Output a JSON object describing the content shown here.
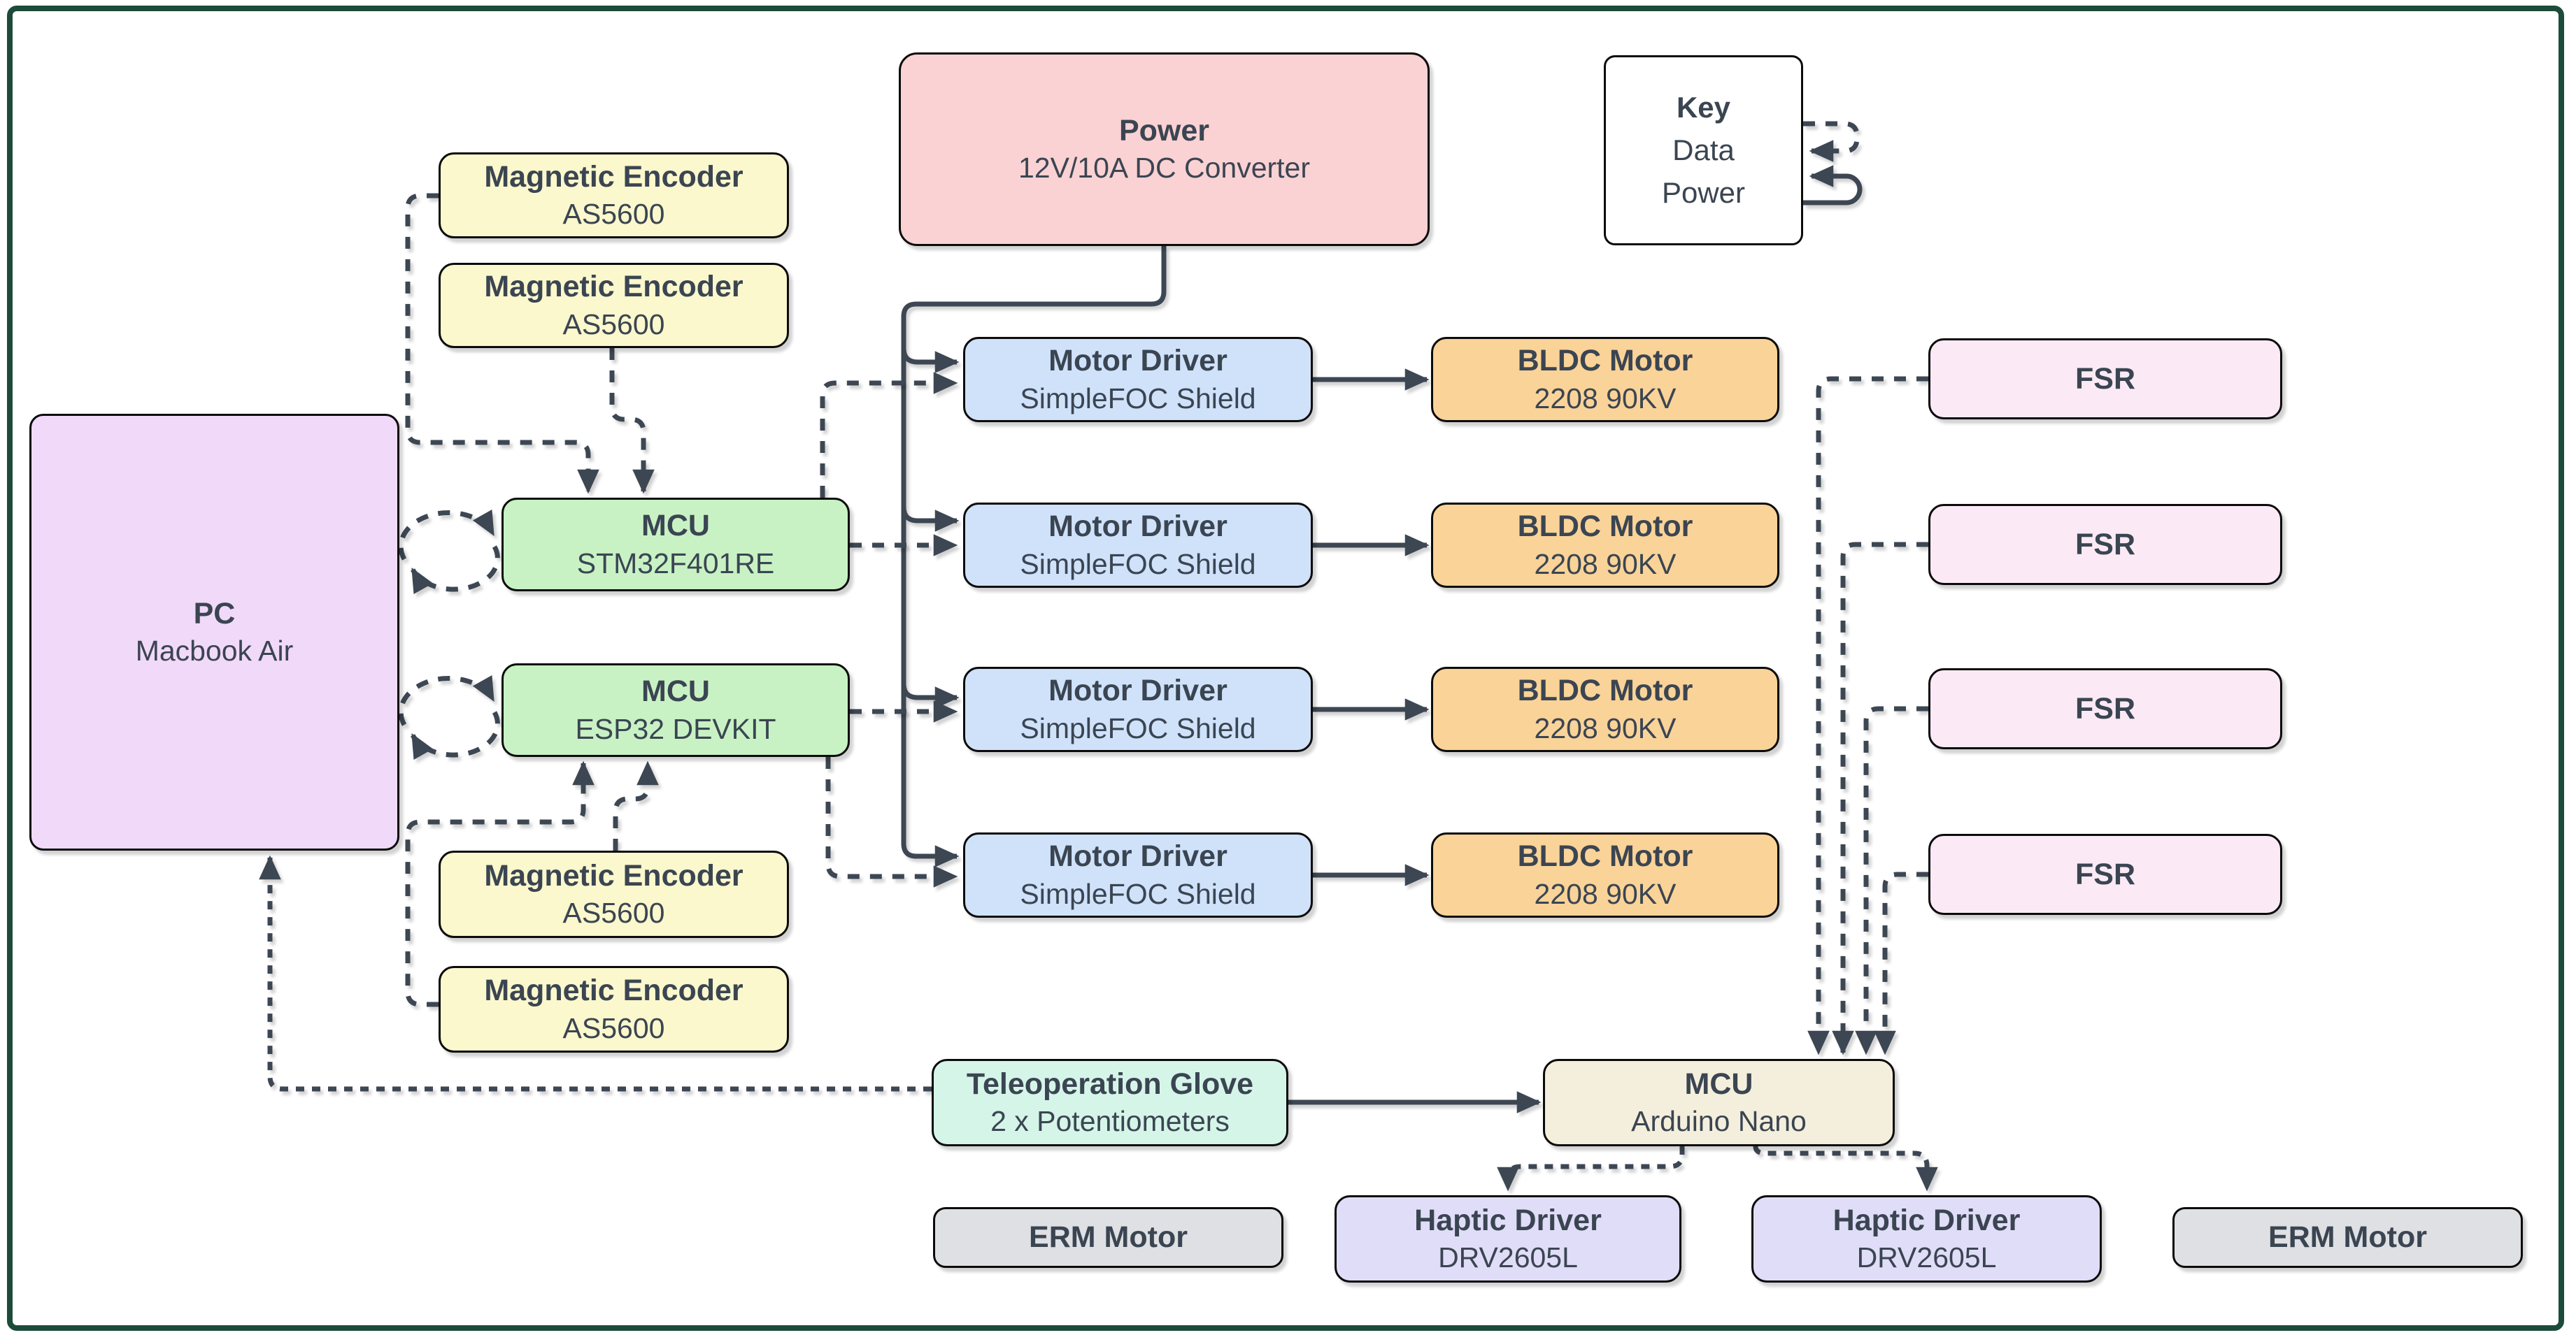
{
  "diagram": {
    "title_hint": "Robotic teleoperation hardware block diagram",
    "colors": {
      "canvas_border": "#1D4B39",
      "connector_line": "#3D4752",
      "text": "#3B4552",
      "node_border": "#0B0B0B",
      "pc_fill": "#F1D9F9",
      "encoder_fill": "#FAF8CC",
      "mcu_fill": "#C8F2C4",
      "power_fill": "#FAD2D3",
      "motor_driver_fill": "#CFE2FA",
      "bldc_fill": "#FAD398",
      "fsr_fill": "#FBEAF5",
      "glove_fill": "#D5F5E8",
      "arduino_nano_fill": "#F4EFDC",
      "haptic_fill": "#E0DDF8",
      "erm_fill": "#DEE0E3",
      "key_fill": "#FFFFFF"
    },
    "key_box": {
      "title": "Key",
      "data_label": "Data",
      "power_label": "Power",
      "data_line_style": "dashed",
      "power_line_style": "solid"
    },
    "nodes": {
      "pc": {
        "title": "PC",
        "subtitle": "Macbook Air"
      },
      "encoder_top_1": {
        "title": "Magnetic Encoder",
        "subtitle": "AS5600"
      },
      "encoder_top_2": {
        "title": "Magnetic Encoder",
        "subtitle": "AS5600"
      },
      "encoder_bottom_1": {
        "title": "Magnetic Encoder",
        "subtitle": "AS5600"
      },
      "encoder_bottom_2": {
        "title": "Magnetic Encoder",
        "subtitle": "AS5600"
      },
      "mcu_stm32": {
        "title": "MCU",
        "subtitle": "STM32F401RE"
      },
      "mcu_esp32": {
        "title": "MCU",
        "subtitle": "ESP32 DEVKIT"
      },
      "power": {
        "title": "Power",
        "subtitle": "12V/10A DC Converter"
      },
      "motor_driver_1": {
        "title": "Motor Driver",
        "subtitle": "SimpleFOC Shield"
      },
      "motor_driver_2": {
        "title": "Motor Driver",
        "subtitle": "SimpleFOC Shield"
      },
      "motor_driver_3": {
        "title": "Motor Driver",
        "subtitle": "SimpleFOC Shield"
      },
      "motor_driver_4": {
        "title": "Motor Driver",
        "subtitle": "SimpleFOC Shield"
      },
      "bldc_1": {
        "title": "BLDC Motor",
        "subtitle": "2208 90KV"
      },
      "bldc_2": {
        "title": "BLDC Motor",
        "subtitle": "2208 90KV"
      },
      "bldc_3": {
        "title": "BLDC Motor",
        "subtitle": "2208 90KV"
      },
      "bldc_4": {
        "title": "BLDC Motor",
        "subtitle": "2208 90KV"
      },
      "fsr_1": {
        "title": "FSR"
      },
      "fsr_2": {
        "title": "FSR"
      },
      "fsr_3": {
        "title": "FSR"
      },
      "fsr_4": {
        "title": "FSR"
      },
      "glove": {
        "title": "Teleoperation Glove",
        "subtitle": "2 x Potentiometers"
      },
      "mcu_nano": {
        "title": "MCU",
        "subtitle": "Arduino Nano"
      },
      "haptic_left": {
        "title": "Haptic Driver",
        "subtitle": "DRV2605L"
      },
      "haptic_right": {
        "title": "Haptic Driver",
        "subtitle": "DRV2605L"
      },
      "erm_left": {
        "title": "ERM Motor"
      },
      "erm_right": {
        "title": "ERM Motor"
      }
    },
    "edges": [
      {
        "from": "encoder_top_1",
        "to": "mcu_stm32",
        "type": "data"
      },
      {
        "from": "encoder_top_2",
        "to": "mcu_stm32",
        "type": "data"
      },
      {
        "from": "encoder_bottom_1",
        "to": "mcu_esp32",
        "type": "data"
      },
      {
        "from": "encoder_bottom_2",
        "to": "mcu_esp32",
        "type": "data"
      },
      {
        "from": "pc",
        "to": "mcu_stm32",
        "type": "data",
        "bidirectional": true
      },
      {
        "from": "pc",
        "to": "mcu_esp32",
        "type": "data",
        "bidirectional": true
      },
      {
        "from": "power",
        "to": "motor_driver_1",
        "type": "power"
      },
      {
        "from": "power",
        "to": "motor_driver_2",
        "type": "power"
      },
      {
        "from": "power",
        "to": "motor_driver_3",
        "type": "power"
      },
      {
        "from": "power",
        "to": "motor_driver_4",
        "type": "power"
      },
      {
        "from": "mcu_stm32",
        "to": "motor_driver_1",
        "type": "data"
      },
      {
        "from": "mcu_stm32",
        "to": "motor_driver_2",
        "type": "data"
      },
      {
        "from": "mcu_esp32",
        "to": "motor_driver_3",
        "type": "data"
      },
      {
        "from": "mcu_esp32",
        "to": "motor_driver_4",
        "type": "data"
      },
      {
        "from": "motor_driver_1",
        "to": "bldc_1",
        "type": "power"
      },
      {
        "from": "motor_driver_2",
        "to": "bldc_2",
        "type": "power"
      },
      {
        "from": "motor_driver_3",
        "to": "bldc_3",
        "type": "power"
      },
      {
        "from": "motor_driver_4",
        "to": "bldc_4",
        "type": "power"
      },
      {
        "from": "fsr_1",
        "to": "mcu_nano",
        "type": "data"
      },
      {
        "from": "fsr_2",
        "to": "mcu_nano",
        "type": "data"
      },
      {
        "from": "fsr_3",
        "to": "mcu_nano",
        "type": "data"
      },
      {
        "from": "fsr_4",
        "to": "mcu_nano",
        "type": "data"
      },
      {
        "from": "glove",
        "to": "mcu_nano",
        "type": "power"
      },
      {
        "from": "glove",
        "to": "pc",
        "type": "data"
      },
      {
        "from": "mcu_nano",
        "to": "haptic_left",
        "type": "data"
      },
      {
        "from": "mcu_nano",
        "to": "haptic_right",
        "type": "data"
      },
      {
        "from": "haptic_left",
        "to": "erm_left",
        "type": "power"
      },
      {
        "from": "haptic_right",
        "to": "erm_right",
        "type": "power"
      }
    ]
  }
}
